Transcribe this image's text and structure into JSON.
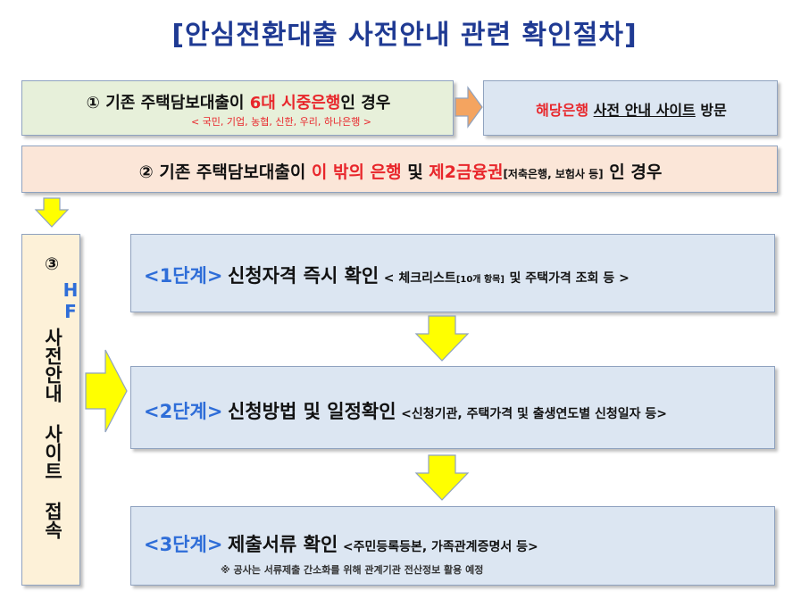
{
  "title": "[안심전환대출 사전안내 관련 확인절차]",
  "box1": {
    "num": "①",
    "pre": "기존 주택담보대출이",
    "highlight": "6대 시중은행",
    "post": "인 경우",
    "banks": "< 국민, 기업, 농협, 신한, 우리, 하나은행 >"
  },
  "box2": {
    "red": "해당은행",
    "underlined": "사전 안내 사이트",
    "post": "방문"
  },
  "box3": {
    "num": "②",
    "pre": "기존 주택담보대출이",
    "highlight1": "이 밖의 은행",
    "mid": "및",
    "highlight2": "제2금융권",
    "small": "[저축은행, 보험사 등]",
    "post": "인 경우"
  },
  "side": {
    "num": "③",
    "hug": "HF",
    "text": "사전안내 사이트 접속"
  },
  "steps": [
    {
      "stage": "<1단계>",
      "head": "신청자격 즉시 확인",
      "detail": "< 체크리스트",
      "detail_small": "[10개 항목]",
      "detail_post": "및 주택가격 조회 등 >"
    },
    {
      "stage": "<2단계>",
      "head": "신청방법 및 일정확인",
      "detail": "<신청기관, 주택가격 및 출생연도별 신청일자 등>"
    },
    {
      "stage": "<3단계>",
      "head": "제출서류 확인",
      "detail": "<주민등록등본, 가족관계증명서 등>",
      "note": "※ 공사는 서류제출 간소화를 위해 관계기관 전산정보 활용 예정"
    }
  ],
  "colors": {
    "title": "#1F3A93",
    "accent_red": "#E8262B",
    "stage_blue": "#2E6DD8",
    "box_green": "#E7F0DA",
    "box_blue": "#DCE6F2",
    "box_peach": "#FBE6D8",
    "box_yellow": "#FDF1D8",
    "arrow_yellow": "#FFFF00",
    "arrow_orange": "#F4A460"
  }
}
